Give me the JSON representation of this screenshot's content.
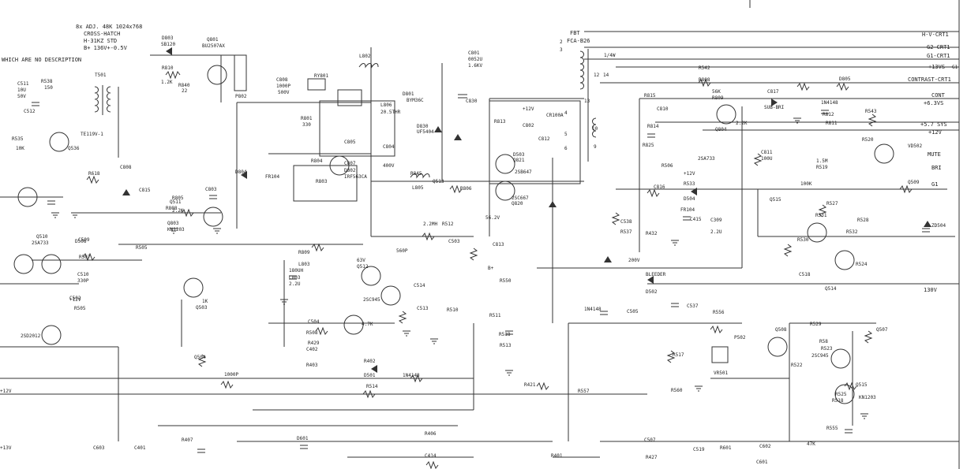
{
  "header": {
    "line1": "8x ADJ. 48K 1024x768",
    "line2": "CROSS-HATCH",
    "line3": "H-31KZ STD",
    "line4": "B+ 136V+-0.5V",
    "left_note": "WHICH ARE NO DESCRIPTION"
  },
  "fbt": {
    "name": "FBT",
    "model": "FCA-B26",
    "pins": [
      "2",
      "3",
      "4",
      "5",
      "6",
      "9",
      "10",
      "12",
      "13",
      "14"
    ],
    "unit": "1/4W"
  },
  "labels": {
    "label_1": "D803",
    "label_2": "SB120",
    "label_3": "Q801",
    "label_4": "BU2507AX",
    "label_5": "R810",
    "label_6": "1.2K",
    "label_7": "R840",
    "label_8": "22",
    "label_9": "P802",
    "label_10": "C808",
    "label_11": "1000P",
    "label_12": "500V",
    "label_13": "RY801",
    "label_14": "L802",
    "label_15": "L806",
    "label_16": "20.5THR",
    "label_17": "C801",
    "label_18": "0052U",
    "label_19": "1.6KV",
    "label_20": "C830",
    "label_21": "D830",
    "label_22": "UF5404",
    "label_23": "D801",
    "label_24": "BYM36C",
    "label_25": "R801",
    "label_26": "330",
    "label_27": "T501",
    "label_28": "TE119V-1",
    "label_29": "C511",
    "label_30": "10U",
    "label_31": "50V",
    "label_32": "R538",
    "label_33": "150",
    "label_34": "C512",
    "label_35": "R535",
    "label_36": "10K",
    "label_37": "Q536",
    "label_38": "R618",
    "label_39": "C808",
    "label_40": "C815",
    "label_41": "R805",
    "label_42": "2.2K",
    "label_43": "Q803",
    "label_44": "KN1203",
    "label_45": "C803",
    "label_46": "D804",
    "label_47": "FR104",
    "label_48": "R804",
    "label_49": "R803",
    "label_50": "C807",
    "label_51": "D802",
    "label_52": "IRF563CA",
    "label_53": "C805",
    "label_54": "C804",
    "label_55": "400V",
    "label_56": "Q510",
    "label_57": "2SA733",
    "label_58": "D506",
    "label_59": "R507",
    "label_60": "C510",
    "label_61": "330P",
    "label_62": "+12V",
    "label_63": "R505",
    "label_64": "1K",
    "label_65": "Q503",
    "label_66": "2SD2012",
    "label_67": "Q511",
    "label_68": "R808",
    "label_69": "R809",
    "label_70": "L803",
    "label_71": "180UH",
    "label_72": "C803",
    "label_73": "2.2U",
    "label_74": "63V",
    "label_75": "Q512",
    "label_76": "2SC945",
    "label_77": "Q513",
    "label_78": "R806",
    "label_79": "56.2V",
    "label_80": "C813",
    "label_81": "B+",
    "label_82": "D503",
    "label_83": "Q821",
    "label_84": "2SC667",
    "label_85": "Q820",
    "label_86": "2SB647",
    "label_87": "R845",
    "label_88": "L805",
    "label_89": "2.2MH",
    "label_90": "R512",
    "label_91": "C503",
    "label_92": "560P",
    "label_93": "C514",
    "label_94": "R550",
    "label_95": "C513",
    "label_96": "R510",
    "label_97": "R511",
    "label_98": "R518",
    "label_99": "R513",
    "label_100": "C504",
    "label_101": "R508",
    "label_102": "4.7K",
    "label_103": "Q504",
    "label_104": "R429",
    "label_105": "C402",
    "label_106": "1000P",
    "label_107": "R403",
    "label_108": "R402",
    "label_109": "D501",
    "label_110": "1N4148",
    "label_111": "R514",
    "label_112": "R421",
    "label_113": "R557",
    "label_114": "+12V",
    "label_115": "C802",
    "label_116": "CR100A",
    "label_117": "R813",
    "label_118": "C812",
    "label_119": "R814",
    "label_120": "C810",
    "label_121": "R815",
    "label_122": "R825",
    "label_123": "C816",
    "label_124": "R533",
    "label_125": "D504",
    "label_126": "FR104",
    "label_127": "C538",
    "label_128": "R537",
    "label_129": "R432",
    "label_130": "C415",
    "label_131": "C309",
    "label_132": "2.2U",
    "label_133": "200V",
    "label_134": "BLEEDER",
    "label_135": "D502",
    "label_136": "1N4148",
    "label_137": "C537",
    "label_138": "C505",
    "label_139": "R556",
    "label_140": "R517",
    "label_141": "VR501",
    "label_142": "P502",
    "label_143": "R560",
    "label_144": "R542",
    "label_145": "R808",
    "label_146": "56K",
    "label_147": "R809",
    "label_148": "2.2K",
    "label_149": "Q804",
    "label_150": "2SA733",
    "label_151": "C817",
    "label_152": "SUB-BRI",
    "label_153": "D805",
    "label_154": "1N4148",
    "label_155": "R812",
    "label_156": "R811",
    "label_157": "C811",
    "label_158": "100U",
    "label_159": "R543",
    "label_160": "1.5M",
    "label_161": "R519",
    "label_162": "R520",
    "label_163": "100K",
    "label_164": "Q515",
    "label_165": "R531",
    "label_166": "R527",
    "label_167": "Q509",
    "label_168": "R530",
    "label_169": "R532",
    "label_170": "R528",
    "label_171": "ZD504",
    "label_172": "R524",
    "label_173": "C518",
    "label_174": "Q514",
    "label_175": "VD502",
    "label_176": "R529",
    "label_177": "R58",
    "label_178": "R523",
    "label_179": "Q508",
    "label_180": "2SC945",
    "label_181": "Q507",
    "label_182": "R522",
    "label_183": "R525",
    "label_184": "R518",
    "label_185": "Q515",
    "label_186": "KN1203",
    "label_187": "R555",
    "label_188": "47K",
    "label_189": "C507",
    "label_190": "C519",
    "label_191": "R601",
    "label_192": "C602",
    "label_193": "C601",
    "label_194": "D601",
    "label_195": "C603",
    "label_196": "C401",
    "label_197": "R407",
    "label_198": "R406",
    "label_199": "C414",
    "label_200": "R401",
    "label_201": "R427",
    "label_202": "+12V",
    "label_203": "+13V",
    "label_204": "C502",
    "label_205": "C509",
    "label_206": "R505",
    "label_207": "R506",
    "label_208": "+12V",
    "label_209": "G1",
    "label_210": "C1",
    "label_211": "+13V"
  },
  "signals": {
    "h_v": "H-V-CRT1",
    "g2": "G2-CRT1",
    "g1": "G1-CRT1",
    "v13": "+13VS",
    "contrast": "CONTRAST-CRT1",
    "cont": "CONT",
    "v63": "+6.3VS",
    "v57": "+5.7 SYS",
    "v12": "+12V",
    "mute": "MUTE",
    "bri": "BRI",
    "g1b": "G1",
    "v130": "130V"
  }
}
